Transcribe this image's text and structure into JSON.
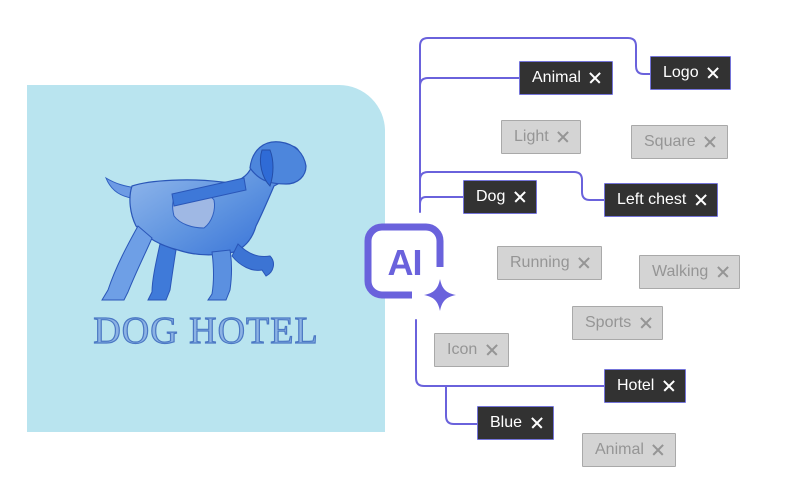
{
  "logo": {
    "text": "DOG HOTEL",
    "panel_color": "#b9e4ef",
    "dog_colors": [
      "#2f6bd6",
      "#5f94e0",
      "#9ec0ee"
    ]
  },
  "ai_badge": {
    "label": "AI",
    "icon": "sparkle-icon",
    "color": "#6a62dc"
  },
  "connector_color": "#6a62dc",
  "tags": {
    "logo": {
      "label": "Logo",
      "active": true
    },
    "animal": {
      "label": "Animal",
      "active": true
    },
    "light": {
      "label": "Light",
      "active": false
    },
    "square": {
      "label": "Square",
      "active": false
    },
    "dog": {
      "label": "Dog",
      "active": true
    },
    "left_chest": {
      "label": "Left chest",
      "active": true
    },
    "running": {
      "label": "Running",
      "active": false
    },
    "walking": {
      "label": "Walking",
      "active": false
    },
    "sports": {
      "label": "Sports",
      "active": false
    },
    "icon": {
      "label": "Icon",
      "active": false
    },
    "hotel": {
      "label": "Hotel",
      "active": true
    },
    "blue": {
      "label": "Blue",
      "active": true
    },
    "animal_2": {
      "label": "Animal",
      "active": false
    }
  },
  "remove_icon": "close-icon"
}
